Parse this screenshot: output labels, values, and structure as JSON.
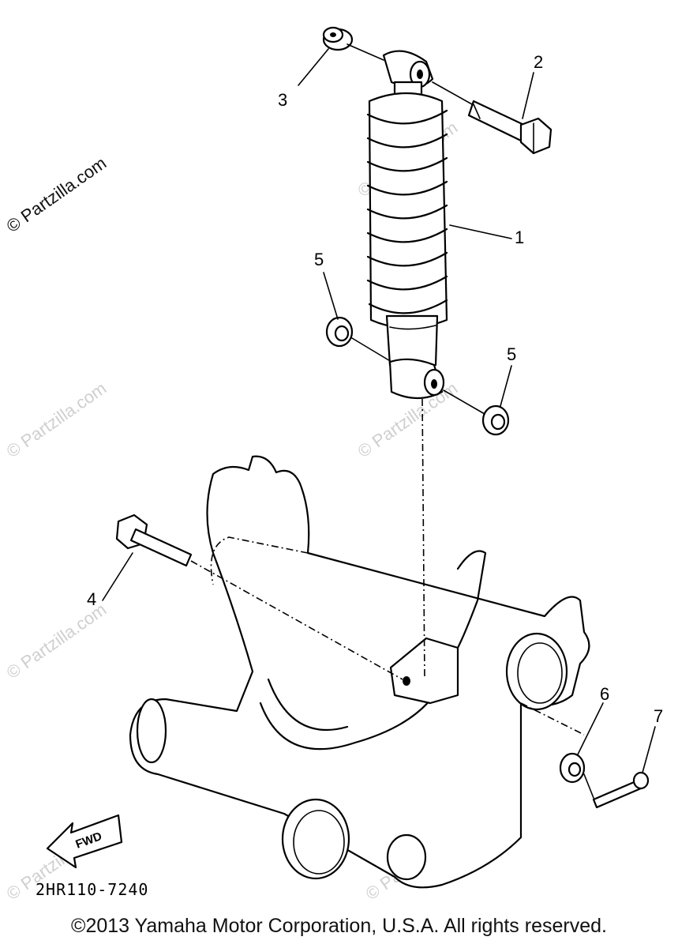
{
  "watermark": "© Partzilla.com",
  "diagram_code": "2HR110-7240",
  "fwd_label": "FWD",
  "copyright": "©2013  Yamaha Motor Corporation, U.S.A. All rights reserved.",
  "callouts": [
    "1",
    "2",
    "3",
    "4",
    "5",
    "5",
    "6",
    "7"
  ]
}
